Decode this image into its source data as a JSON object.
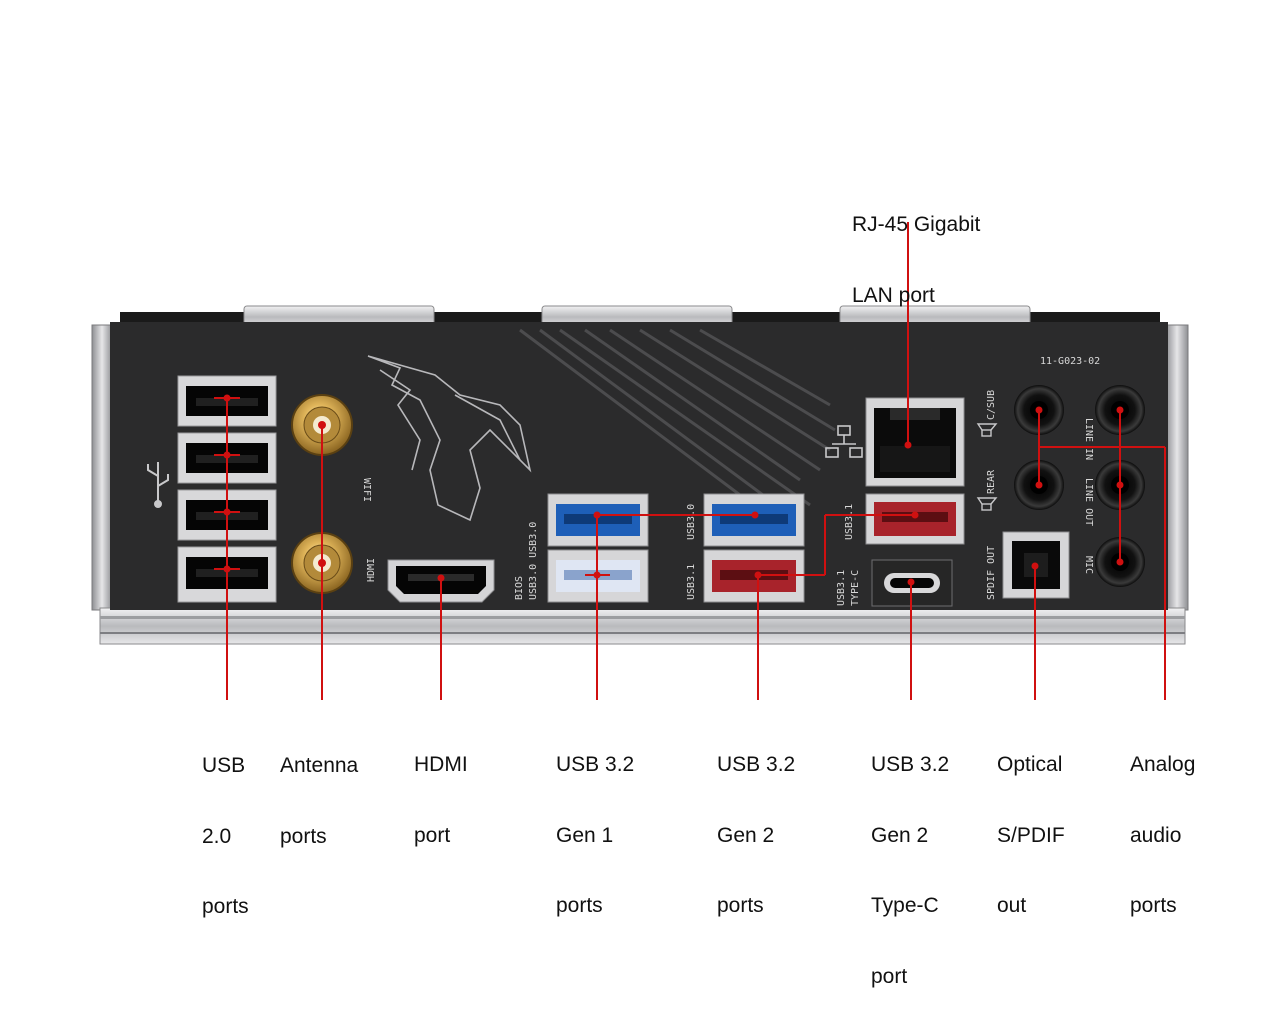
{
  "colors": {
    "leader_line": "#d01010",
    "panel": "#2a2a2a",
    "bracket": "#c7c7c9",
    "usb_blue": "#1e5fb8",
    "usb_red": "#a8232b",
    "antenna_gold": "#c9a24a"
  },
  "callouts": {
    "rj45": [
      "RJ-45 Gigabit",
      "LAN port"
    ],
    "usb20": [
      "USB",
      "2.0",
      "ports"
    ],
    "antenna": [
      "Antenna",
      "ports"
    ],
    "hdmi": [
      "HDMI",
      "port"
    ],
    "usb32g1": [
      "USB 3.2",
      "Gen 1",
      "ports"
    ],
    "usb32g2": [
      "USB 3.2",
      "Gen 2",
      "ports"
    ],
    "usb32g2c": [
      "USB 3.2",
      "Gen 2",
      "Type-C",
      "port"
    ],
    "optical": [
      "Optical",
      "S/PDIF",
      "out"
    ],
    "analog": [
      "Analog",
      "audio",
      "ports"
    ]
  },
  "panel_markings": {
    "part_number": "11-G023-02",
    "wifi": "WIFI",
    "hdmi": "HDMI",
    "bios": "BIOS",
    "usb30_pair": "USB3.0 USB3.0",
    "usb30": "USB3.0",
    "usb31": "USB3.1",
    "usb31_top": "USB3.1",
    "usb31_typec": "USB3.1",
    "typec": "TYPE-C",
    "spdif_out": "SPDIF OUT",
    "rear": "REAR",
    "c_sub": "C/SUB",
    "line_in": "LINE IN",
    "line_out": "LINE OUT",
    "mic": "MIC"
  },
  "icons": [
    "usb-icon",
    "network-icon",
    "speaker-icon",
    "aorus-eagle-logo"
  ]
}
